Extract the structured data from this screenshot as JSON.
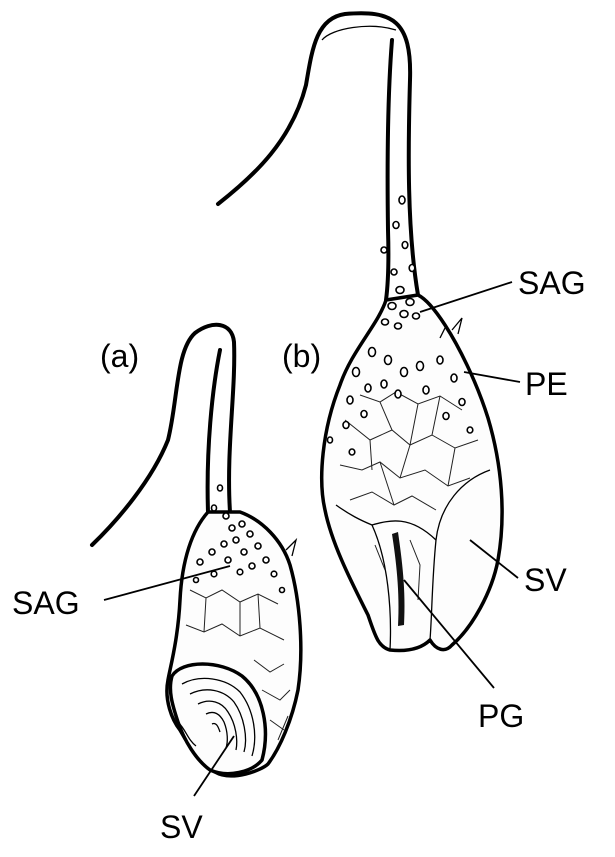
{
  "figure": {
    "panel_a": {
      "label": "(a)",
      "labels": {
        "sag": "SAG",
        "sv": "SV"
      }
    },
    "panel_b": {
      "label": "(b)",
      "labels": {
        "sag": "SAG",
        "pe": "PE",
        "sv": "SV",
        "pg": "PG"
      }
    }
  }
}
